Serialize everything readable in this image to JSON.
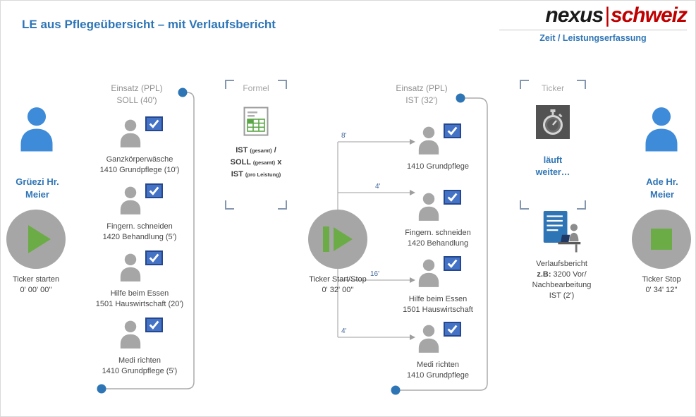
{
  "title": "LE aus Pflegeübersicht – mit Verlaufsbericht",
  "logo": {
    "name1": "nexus",
    "sep": "|",
    "name2": "schweiz",
    "subtitle": "Zeit / Leistungserfassung"
  },
  "persons": {
    "left_greeting": "Grüezi Hr. Meier",
    "right_greeting": "Ade Hr. Meier"
  },
  "tickers": {
    "start": {
      "label": "Ticker starten",
      "time": "0' 00' 00''"
    },
    "middle": {
      "label": "Ticker Start/Stop",
      "time": "0' 32' 00''"
    },
    "stop": {
      "label": "Ticker Stop",
      "time": "0' 34' 12''"
    }
  },
  "soll": {
    "header1": "Einsatz (PPL)",
    "header2": "SOLL (40')",
    "items": [
      {
        "line1": "Ganzkörperwäsche",
        "line2": "1410 Grundpflege (10')"
      },
      {
        "line1": "Fingern. schneiden",
        "line2": "1420 Behandlung (5')"
      },
      {
        "line1": "Hilfe beim Essen",
        "line2": "1501 Hauswirtschaft (20')"
      },
      {
        "line1": "Medi richten",
        "line2": "1410 Grundpflege (5')"
      }
    ]
  },
  "formel": {
    "label": "Formel",
    "l1a": "IST",
    "l1b": "(gesamt)",
    "l1c": " /",
    "l2a": "SOLL",
    "l2b": "(gesamt)",
    "l2c": " x",
    "l3a": "IST",
    "l3b": "(pro Leistung)"
  },
  "ist": {
    "header1": "Einsatz (PPL)",
    "header2": "IST (32')",
    "items": [
      {
        "line1": "",
        "line2": "1410 Grundpflege",
        "duration": "8'"
      },
      {
        "line1": "Fingern. schneiden",
        "line2": "1420 Behandlung",
        "duration": "4'"
      },
      {
        "line1": "Hilfe beim Essen",
        "line2": "1501 Hauswirtschaft",
        "duration": "16'"
      },
      {
        "line1": "Medi richten",
        "line2": "1410 Grundpflege",
        "duration": "4'"
      }
    ]
  },
  "ticker_panel": {
    "label": "Ticker",
    "status1": "läuft",
    "status2": "weiter…"
  },
  "verlaufsbericht": {
    "line1": "Verlaufsbericht",
    "line2_bold": "z.B:",
    "line2": " 3200 Vor/",
    "line3": "Nachbearbeitung",
    "line4": "IST (2')"
  },
  "colors": {
    "accent_blue": "#2E75B6",
    "person_blue": "#3D8BD9",
    "gray": "#A6A6A6",
    "green": "#6CAC47",
    "checkbox_blue": "#4472C4",
    "logo_red": "#C00000"
  }
}
